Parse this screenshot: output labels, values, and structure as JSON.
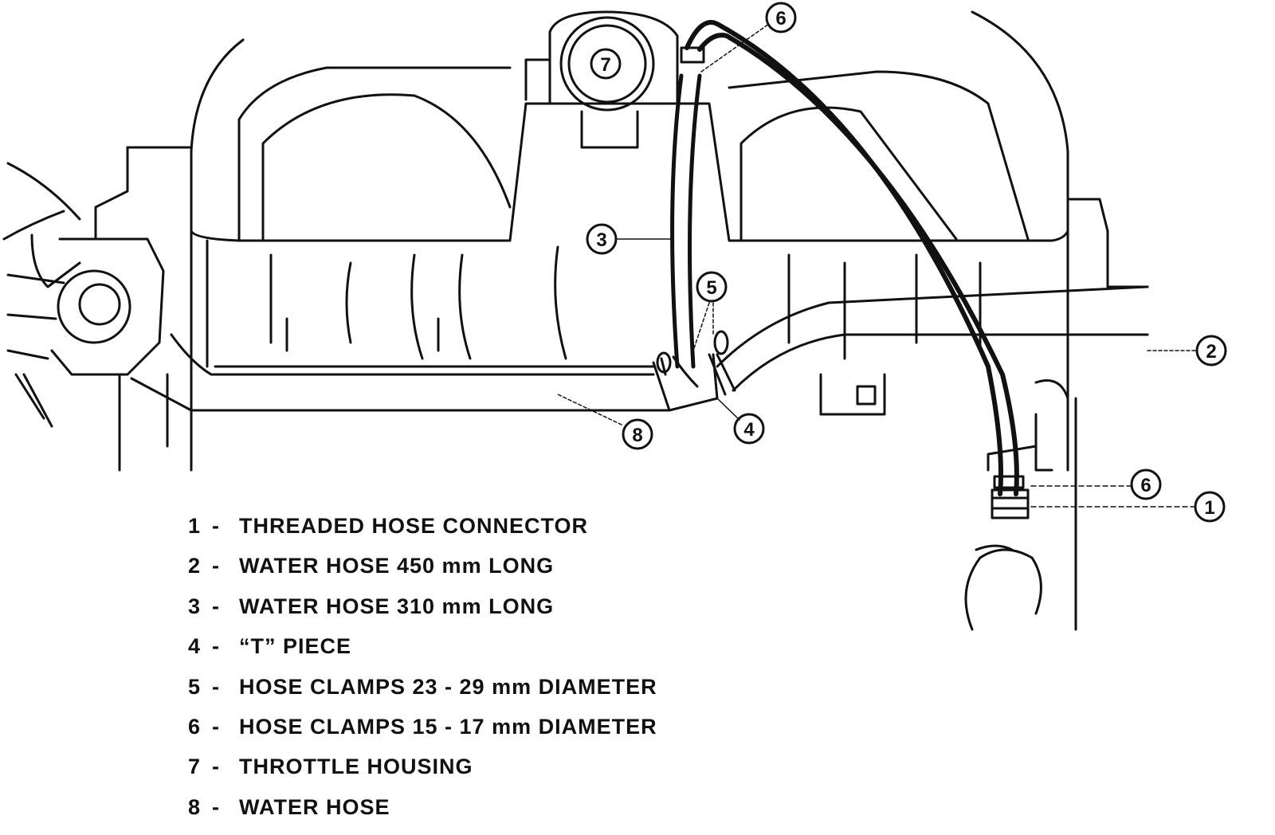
{
  "callouts": [
    "1",
    "2",
    "3",
    "4",
    "5",
    "6",
    "6",
    "7",
    "8"
  ],
  "legend": [
    {
      "num": "1",
      "sep": "-",
      "text": "THREADED HOSE CONNECTOR"
    },
    {
      "num": "2",
      "sep": "-",
      "text": "WATER HOSE 450 mm LONG"
    },
    {
      "num": "3",
      "sep": "-",
      "text": "WATER HOSE 310 mm LONG"
    },
    {
      "num": "4",
      "sep": "-",
      "text": "“T” PIECE"
    },
    {
      "num": "5",
      "sep": "-",
      "text": "HOSE CLAMPS 23 - 29 mm DIAMETER"
    },
    {
      "num": "6",
      "sep": "-",
      "text": "HOSE CLAMPS 15 - 17 mm DIAMETER"
    },
    {
      "num": "7",
      "sep": "-",
      "text": "THROTTLE HOUSING"
    },
    {
      "num": "8",
      "sep": "-",
      "text": "WATER HOSE"
    }
  ]
}
